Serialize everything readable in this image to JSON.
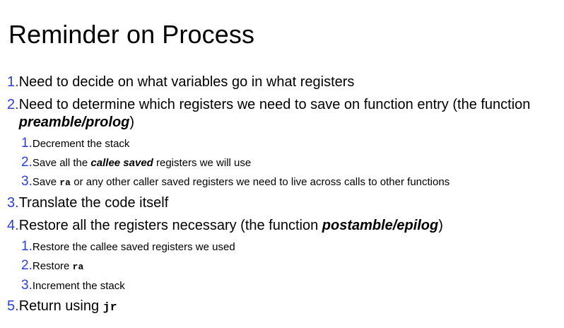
{
  "slide": {
    "title": "Reminder on Process",
    "accent_color": "#2a3fd6",
    "text_color": "#000000",
    "background_color": "#ffffff",
    "items": [
      {
        "number": "1.",
        "text": "Need to decide on what variables go in what registers",
        "sub": []
      },
      {
        "number": "2.",
        "text": "Need to determine which registers we need to save on function entry (the function preamble/prolog)",
        "text_html": "Need to determine which registers we need to save on function entry (the function <b class=\"bi\">preamble/prolog</b>)",
        "sub": [
          {
            "number": "1.",
            "text": "Decrement the stack",
            "text_html": "Decrement the stack"
          },
          {
            "number": "2.",
            "text": "Save all the callee saved registers we will use",
            "text_html": "Save all the <b class=\"bi\">callee saved</b> registers we will use"
          },
          {
            "number": "3.",
            "text": "Save ra or any other caller saved registers we need to live across calls to other functions",
            "text_html": "Save <code class=\"mono\">ra</code> or any other caller saved registers we need to live across calls to other functions"
          }
        ]
      },
      {
        "number": "3.",
        "text": "Translate the code itself",
        "text_html": "Translate the code itself",
        "sub": []
      },
      {
        "number": "4.",
        "text": "Restore all the registers necessary (the function postamble/epilog)",
        "text_html": "Restore all the registers necessary (the function <b class=\"bi\">postamble/epilog</b>)",
        "sub": [
          {
            "number": "1.",
            "text": "Restore the callee saved registers we used",
            "text_html": "Restore the callee saved registers we used"
          },
          {
            "number": "2.",
            "text": "Restore ra",
            "text_html": "Restore <code class=\"mono\">ra</code>"
          },
          {
            "number": "3.",
            "text": "Increment the stack",
            "text_html": "Increment the stack"
          }
        ]
      },
      {
        "number": "5.",
        "text": "Return using jr",
        "text_html": "Return using <code class=\"mono\">jr</code>",
        "sub": []
      }
    ]
  }
}
